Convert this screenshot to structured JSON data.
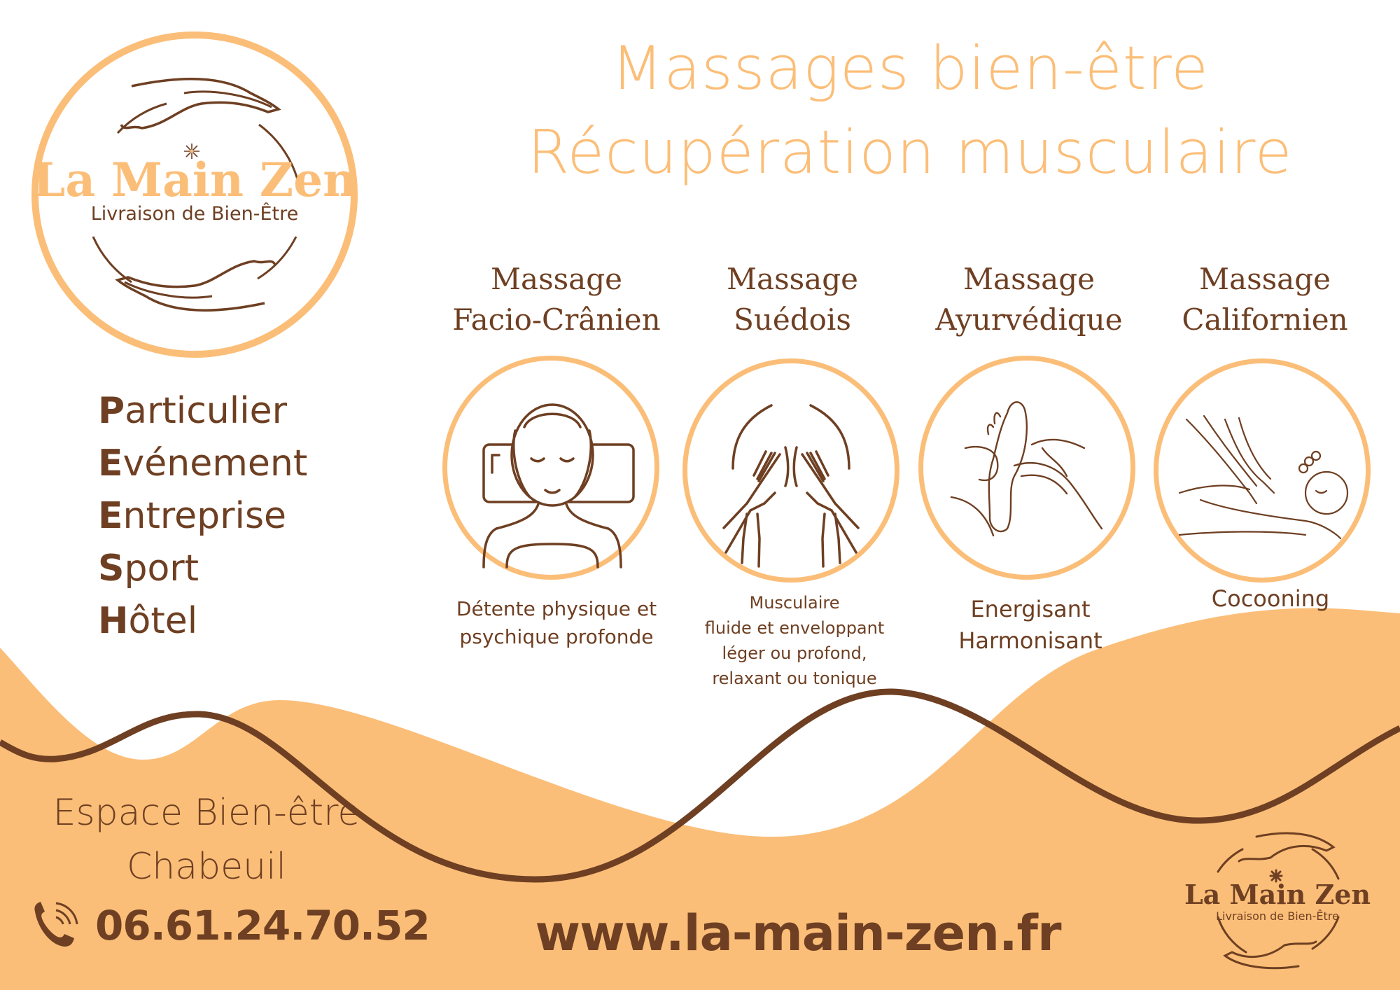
{
  "brand": {
    "name": "La Main Zen",
    "tagline": "Livraison de Bien-Être"
  },
  "header": {
    "line1": "Massages bien-être",
    "line2": "Récupération musculaire"
  },
  "audience": [
    {
      "initial": "P",
      "rest": "articulier"
    },
    {
      "initial": "E",
      "rest": "vénement"
    },
    {
      "initial": "E",
      "rest": "ntreprise"
    },
    {
      "initial": "S",
      "rest": "port"
    },
    {
      "initial": "H",
      "rest": "ôtel"
    }
  ],
  "massages": [
    {
      "line1": "Massage",
      "line2": "Facio-Crânien",
      "icon": "face-massage-icon",
      "desc": [
        "Détente physique et",
        "psychique profonde"
      ]
    },
    {
      "line1": "Massage",
      "line2": "Suédois",
      "icon": "back-massage-icon",
      "desc": [
        "Musculaire",
        "fluide et enveloppant",
        "léger ou profond,",
        "relaxant ou tonique"
      ]
    },
    {
      "line1": "Massage",
      "line2": "Ayurvédique",
      "icon": "foot-massage-icon",
      "desc": [
        "Energisant",
        "Harmonisant"
      ]
    },
    {
      "line1": "Massage",
      "line2": "Californien",
      "icon": "body-massage-icon",
      "desc": [
        "Cocooning"
      ]
    }
  ],
  "footer": {
    "location_line1": "Espace Bien-être",
    "location_line2": "Chabeuil",
    "phone": "06.61.24.70.52",
    "phone_icon": "phone-icon",
    "website": "www.la-main-zen.fr"
  },
  "colors": {
    "orange": "#fbbe78",
    "brown": "#6e3f22",
    "white": "#ffffff"
  }
}
